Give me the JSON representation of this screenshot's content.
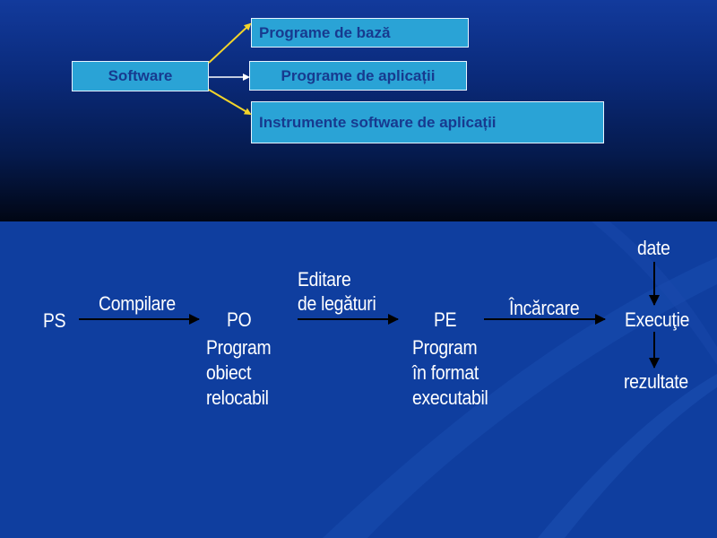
{
  "top": {
    "software": "Software",
    "branches": [
      "Programe de bază",
      "Programe de aplicații",
      "Instrumente software de aplicații"
    ]
  },
  "flow": {
    "ps": "PS",
    "compile": "Compilare",
    "po": "PO",
    "po_desc": [
      "Program",
      "obiect",
      "relocabil"
    ],
    "link": [
      "Editare",
      "de legături"
    ],
    "pe": "PE",
    "pe_desc": [
      "Program",
      "în format",
      "executabil"
    ],
    "load": "Încărcare",
    "exec": "Execuţie",
    "input": "date",
    "output": "rezultate"
  },
  "colors": {
    "box_fill": "#2aa3d6",
    "box_text": "#173a8f",
    "branch_arrow": "#f2d42a",
    "flow_text": "#ffffff"
  }
}
